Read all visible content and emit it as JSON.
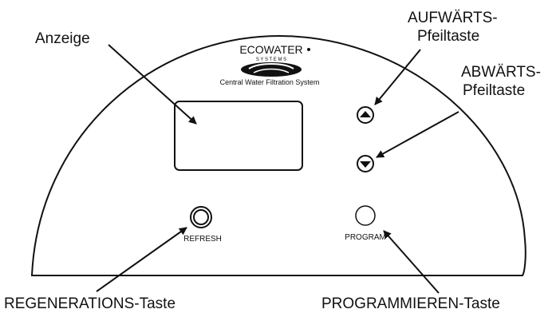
{
  "panel": {
    "brand": {
      "name": "ECOWATER",
      "sub": "S Y S T E M S",
      "tagline": "Central Water Filtration System"
    },
    "buttons": {
      "refresh_label": "REFRESH",
      "program_label": "PROGRAM"
    }
  },
  "callouts": {
    "display": "Anzeige",
    "up_line1": "AUFWÄRTS-",
    "up_line2": "Pfeiltaste",
    "down_line1": "ABWÄRTS-",
    "down_line2": "Pfeiltaste",
    "regen": "REGENERATIONS-Taste",
    "program": "PROGRAMMIEREN-Taste"
  },
  "colors": {
    "line": "#111111",
    "background": "#ffffff"
  }
}
